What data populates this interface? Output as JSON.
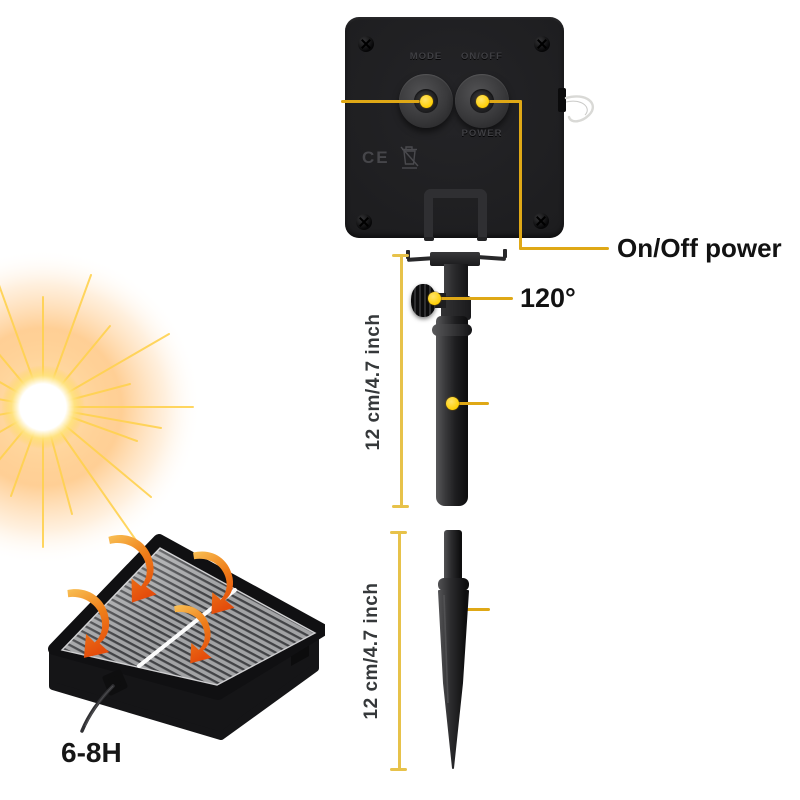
{
  "device_back": {
    "mode_label": "MODE",
    "onoff_label": "ON/OFF",
    "power_label": "POWER",
    "ce_mark": "CE"
  },
  "callouts": {
    "power_label": "On/Off power",
    "angle_label": "120°"
  },
  "measurements": {
    "pole_length": "12 cm/4.7 inch",
    "stake_length": "12 cm/4.7 inch"
  },
  "solar_panel": {
    "charge_time_label": "6-8H"
  },
  "icons": {
    "screw": "phillips-screw-icon",
    "weee": "crossed-out-wheelie-bin-icon",
    "sun": "sunburst-icon",
    "arrows": "sunlight-absorption-arrow-icon",
    "wire": "light-string-wire"
  },
  "colors": {
    "callout_line": "#DFA816",
    "callout_dot": "#FFD21E",
    "measure_line": "#E7C24A",
    "device_black": "#1D1D1F",
    "arrow_orange_start": "#F9C256",
    "arrow_orange_end": "#E44D0C",
    "text": "#121212"
  }
}
